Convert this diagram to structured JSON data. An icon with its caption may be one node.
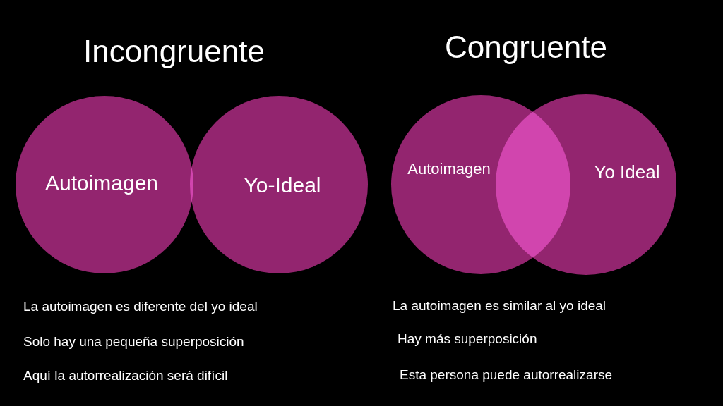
{
  "diagram": {
    "nodes": [
      {
        "text": [
          "Autoimagen"
        ]
      },
      {
        "text": [
          "Yo-Ideal"
        ]
      },
      {
        "text": [
          "Autoimagen"
        ]
      },
      {
        "text": [
          "Yo Ideal"
        ]
      }
    ],
    "edges": [],
    "labels": [
      "Incongruente",
      "Congruente",
      "La autoimagen es diferente del yo ideal",
      "Solo hay una pequeña superposición",
      "Aquí la autorrealización será difícil",
      "La autoimagen es similar al yo ideal",
      "Hay más superposición",
      "Esta persona puede autorrealizarse"
    ]
  }
}
